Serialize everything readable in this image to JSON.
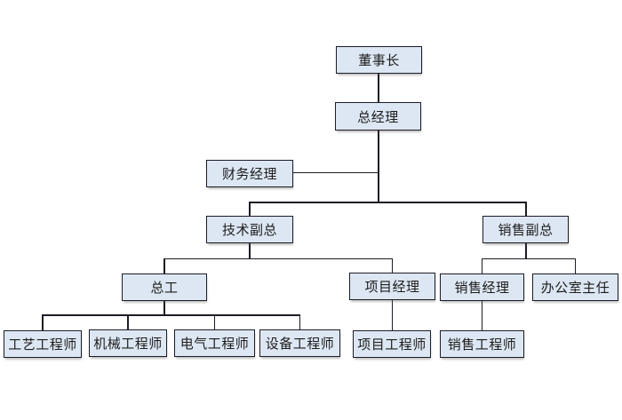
{
  "diagram": {
    "type": "org-chart",
    "colors": {
      "background": "#ffffff",
      "node_fill": "#dde7f3",
      "node_border": "#1c1c26",
      "connector": "#1c1c26",
      "text": "#1c1c1c"
    },
    "nodes": [
      {
        "id": "chairman",
        "label": "董事长",
        "reports_to": null
      },
      {
        "id": "general-manager",
        "label": "总经理",
        "reports_to": "chairman"
      },
      {
        "id": "finance-manager",
        "label": "财务经理",
        "reports_to": "general-manager"
      },
      {
        "id": "tech-vp",
        "label": "技术副总",
        "reports_to": "general-manager"
      },
      {
        "id": "sales-vp",
        "label": "销售副总",
        "reports_to": "general-manager"
      },
      {
        "id": "chief-engineer",
        "label": "总工",
        "reports_to": "tech-vp"
      },
      {
        "id": "project-manager",
        "label": "项目经理",
        "reports_to": "tech-vp"
      },
      {
        "id": "sales-manager",
        "label": "销售经理",
        "reports_to": "sales-vp"
      },
      {
        "id": "office-director",
        "label": "办公室主任",
        "reports_to": "sales-vp"
      },
      {
        "id": "process-engineer",
        "label": "工艺工程师",
        "reports_to": "chief-engineer"
      },
      {
        "id": "mechanical-engineer",
        "label": "机械工程师",
        "reports_to": "chief-engineer"
      },
      {
        "id": "electrical-engineer",
        "label": "电气工程师",
        "reports_to": "chief-engineer"
      },
      {
        "id": "equipment-engineer",
        "label": "设备工程师",
        "reports_to": "chief-engineer"
      },
      {
        "id": "project-engineer",
        "label": "项目工程师",
        "reports_to": "project-manager"
      },
      {
        "id": "sales-engineer",
        "label": "销售工程师",
        "reports_to": "sales-manager"
      }
    ]
  }
}
